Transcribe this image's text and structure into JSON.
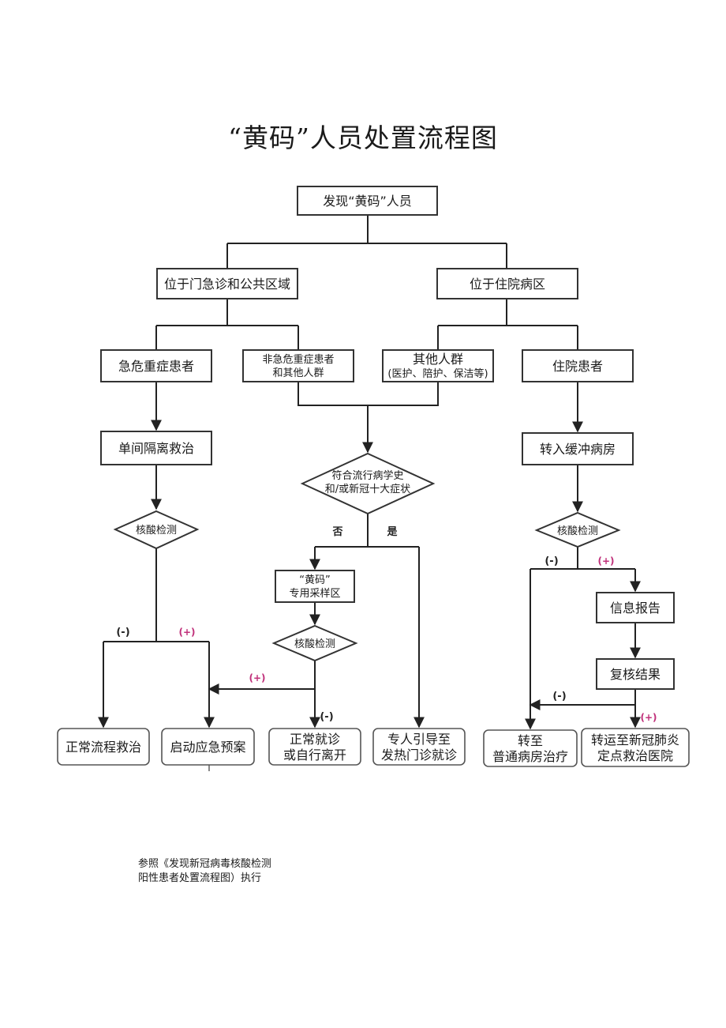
{
  "title": "“黄码”人员处置流程图",
  "nodes": {
    "start": "发现“黄码”人员",
    "outpatient": "位于门急诊和公共区域",
    "inpatient_area": "位于住院病区",
    "critical": "急危重症患者",
    "noncritical_line1": "非急危重症患者",
    "noncritical_line2": "和其他人群",
    "others_line1": "其他人群",
    "others_line2": "(医护、陪护、保洁等)",
    "inpatient": "住院患者",
    "single_isolation": "单间隔离救治",
    "buffer_ward": "转入缓冲病房",
    "criteria_line1": "符合流行病学史",
    "criteria_line2": "和/或新冠十大症状",
    "test_left": "核酸检测",
    "test_mid": "核酸检测",
    "test_right": "核酸检测",
    "sampling_line1": "“黄码”",
    "sampling_line2": "专用采样区",
    "info_report": "信息报告",
    "recheck": "复核结果",
    "normal_treatment": "正常流程救治",
    "emergency_plan": "启动应急预案",
    "normal_visit_line1": "正常就诊",
    "normal_visit_line2": "或自行离开",
    "fever_clinic_line1": "专人引导至",
    "fever_clinic_line2": "发热门诊就诊",
    "general_ward_line1": "转至",
    "general_ward_line2": "普通病房治疗",
    "designated_line1": "转运至新冠肺炎",
    "designated_line2": "定点救治医院"
  },
  "labels": {
    "no": "否",
    "yes": "是",
    "neg_left": "(-)",
    "pos_left": "(+)",
    "pos_mid": "(+)",
    "neg_mid": "(-)",
    "neg_right": "(-)",
    "pos_right": "(+)",
    "neg_recheck": "(-)",
    "pos_recheck": "(+)"
  },
  "footnote": {
    "line1": "参照《发现新冠病毒核酸检测",
    "line2": "阳性患者处置流程图）执行"
  },
  "colors": {
    "positive": "#c0307a",
    "line": "#222222"
  }
}
